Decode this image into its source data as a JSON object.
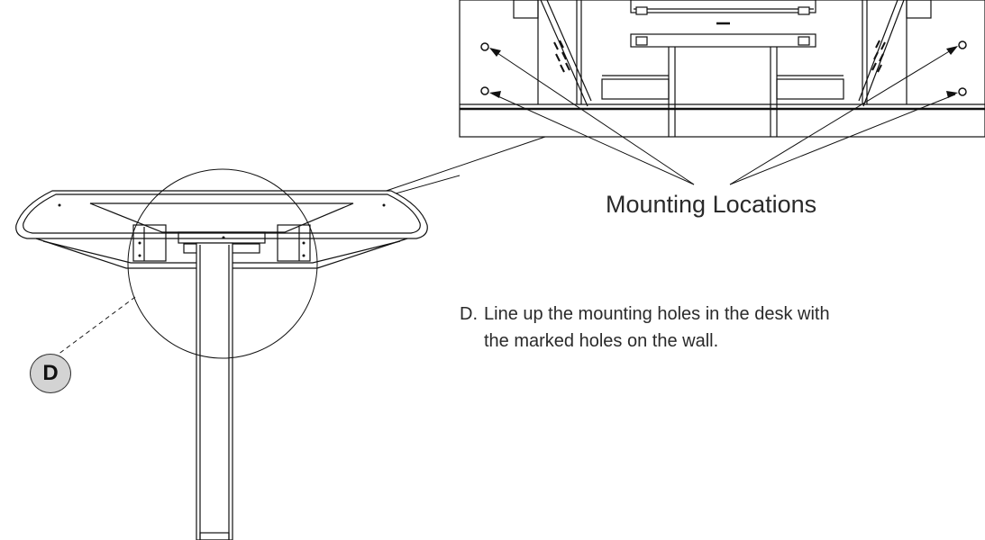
{
  "callout": {
    "label": "Mounting Locations"
  },
  "instruction": {
    "step": "D.",
    "line1": "Line up the mounting holes in the desk with",
    "line2": "the marked holes on the wall."
  },
  "badge": {
    "letter": "D"
  },
  "colors": {
    "line": "#111111",
    "badge_fill": "#d3d3d3",
    "text": "#2a2a2a"
  }
}
